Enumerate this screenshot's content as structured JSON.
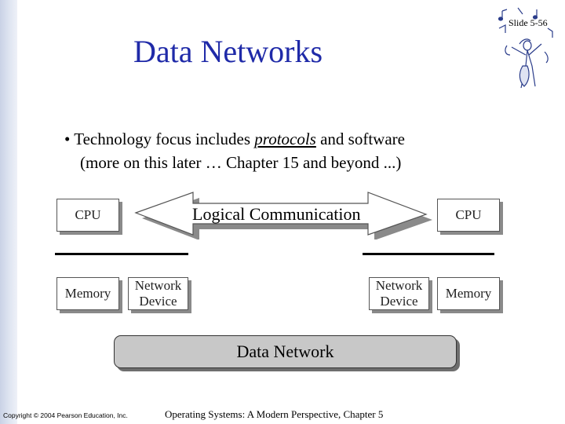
{
  "slide": {
    "number": "Slide 5-56",
    "title": "Data Networks",
    "bullet": {
      "marker": "•",
      "line1_prefix": "Technology focus includes ",
      "line1_emphasis": "protocols",
      "line1_suffix": " and software",
      "line2": "(more on this later … Chapter 15 and beyond ...)"
    }
  },
  "diagram": {
    "left": {
      "cpu": "CPU",
      "memory": "Memory",
      "device_line1": "Network",
      "device_line2": "Device"
    },
    "right": {
      "cpu": "CPU",
      "memory": "Memory",
      "device_line1": "Network",
      "device_line2": "Device"
    },
    "arrow_label": "Logical Communication",
    "network_label": "Data Network"
  },
  "footer": {
    "copyright": "Copyright © 2004 Pearson Education, Inc.",
    "course": "Operating Systems: A Modern Perspective, Chapter 5"
  },
  "colors": {
    "title": "#1f2aa8",
    "network_fill": "#c8c8c8"
  },
  "icons": [
    "dancer-music-notes-logo"
  ]
}
